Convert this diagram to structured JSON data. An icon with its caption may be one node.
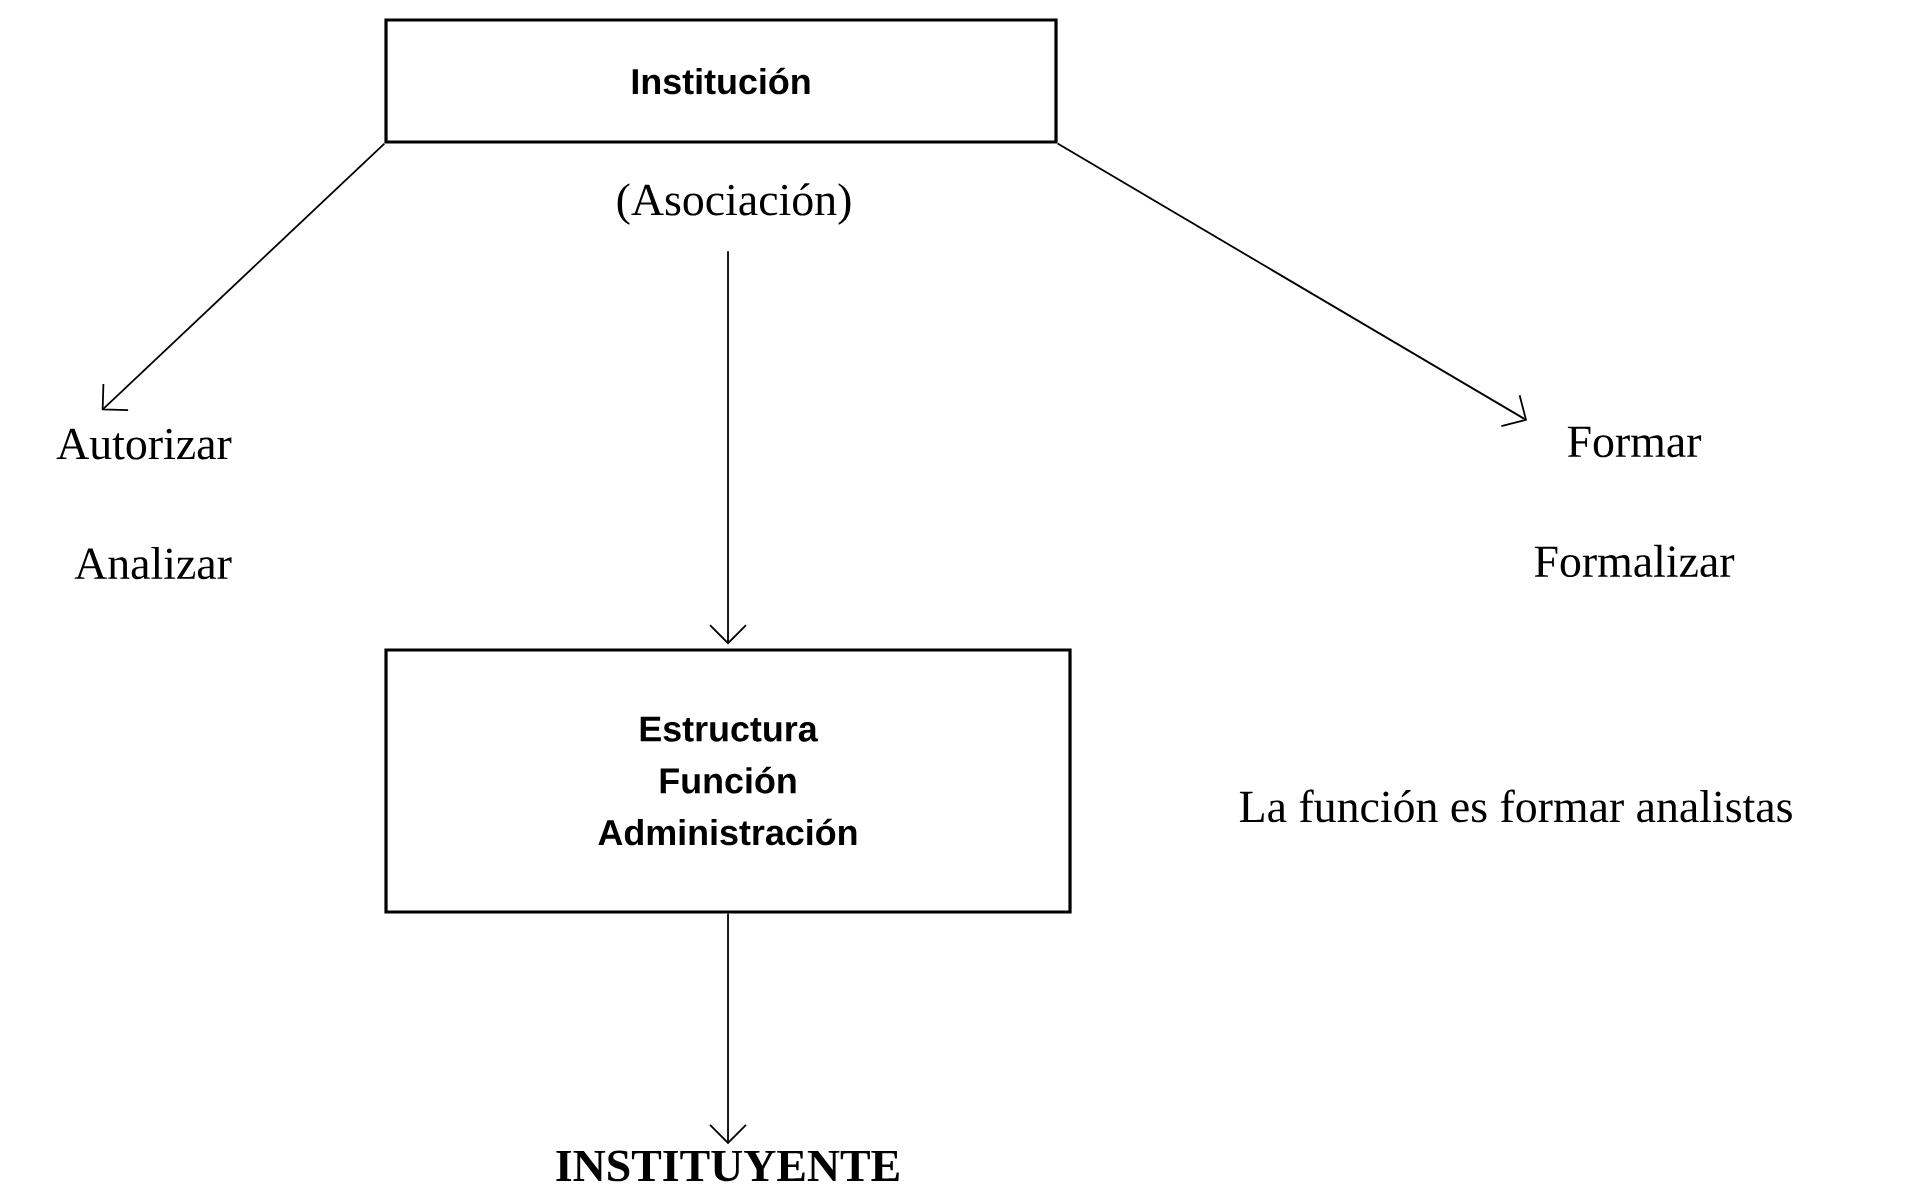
{
  "diagram": {
    "nodes": [
      {
        "text": [
          "Institución"
        ],
        "beside": [
          "(Asociación)"
        ]
      },
      {
        "text": [
          "Autorizar",
          "Analizar"
        ]
      },
      {
        "text": [
          "Formar",
          "Formalizar"
        ]
      },
      {
        "text": [
          "Estructura",
          "Función",
          "Administración"
        ],
        "beside": [
          "La función es formar analistas"
        ]
      },
      {
        "text": [
          "INSTITUYENTE"
        ]
      }
    ],
    "edges": [
      {
        "from": 0,
        "to": 1,
        "arrow": "to"
      },
      {
        "from": 0,
        "to": 3,
        "arrow": "to"
      },
      {
        "from": 0,
        "to": 2,
        "arrow": "to"
      },
      {
        "from": 3,
        "to": 4,
        "arrow": "to"
      }
    ]
  }
}
